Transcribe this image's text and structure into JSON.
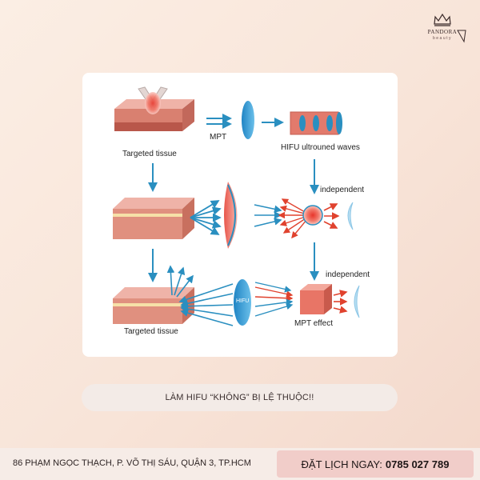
{
  "brand": {
    "name": "PANDORA",
    "sub": "beauty"
  },
  "diagram": {
    "labels": {
      "targeted_tissue_top": "Targeted tissue",
      "mpt": "MPT",
      "hifu_waves": "HIFU ultrouned waves",
      "independent_1": "independent",
      "independent_2": "independent",
      "hifu": "HIFU",
      "mpt_effect": "MPT effect",
      "targeted_tissue_bottom": "Targeted tissue"
    }
  },
  "banner": {
    "text": "LÀM HIFU “KHÔNG” BỊ LỆ THUỘC!!"
  },
  "footer": {
    "address": "86 PHẠM NGỌC THẠCH, P. VÕ THỊ SÁU, QUẬN 3, TP.HCM",
    "booking_label": "ĐẶT LỊCH NGAY:",
    "phone": "0785 027 789"
  },
  "colors": {
    "accent_pink": "#f1cdc9",
    "arrow_blue": "#2a8fc0",
    "arrow_red": "#e0422e"
  }
}
